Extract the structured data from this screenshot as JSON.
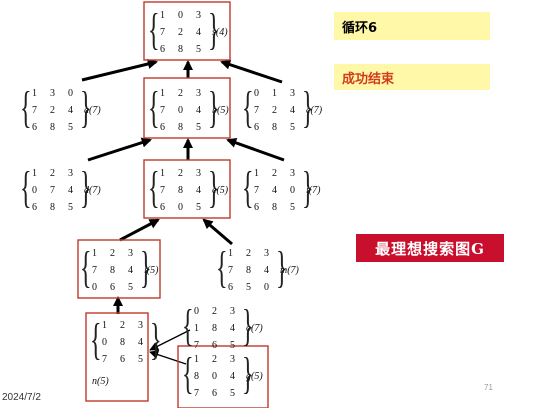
{
  "labels": {
    "cycle": "循环6",
    "success": "成功结束",
    "graph": "最理想搜索图G"
  },
  "footer": {
    "date": "2024/7/2",
    "page": "71"
  },
  "colors": {
    "box": "#c0392b",
    "tag_yellow": "#fff8a8",
    "success_text": "#d23b1f",
    "graph_bg": "#c8102e"
  },
  "nodes": {
    "s": {
      "rows": [
        [
          "1",
          "0",
          "3"
        ],
        [
          "7",
          "2",
          "4"
        ],
        [
          "6",
          "8",
          "5"
        ]
      ],
      "label": "s(4)"
    },
    "a": {
      "rows": [
        [
          "1",
          "3",
          "0"
        ],
        [
          "7",
          "2",
          "4"
        ],
        [
          "6",
          "8",
          "5"
        ]
      ],
      "label": "a(7)"
    },
    "b": {
      "rows": [
        [
          "1",
          "2",
          "3"
        ],
        [
          "7",
          "0",
          "4"
        ],
        [
          "6",
          "8",
          "5"
        ]
      ],
      "label": "b(5)"
    },
    "c": {
      "rows": [
        [
          "0",
          "1",
          "3"
        ],
        [
          "7",
          "2",
          "4"
        ],
        [
          "6",
          "8",
          "5"
        ]
      ],
      "label": "c(7)"
    },
    "d": {
      "rows": [
        [
          "1",
          "2",
          "3"
        ],
        [
          "0",
          "7",
          "4"
        ],
        [
          "6",
          "8",
          "5"
        ]
      ],
      "label": "d(7)"
    },
    "e": {
      "rows": [
        [
          "1",
          "2",
          "3"
        ],
        [
          "7",
          "8",
          "4"
        ],
        [
          "6",
          "0",
          "5"
        ]
      ],
      "label": "e(5)"
    },
    "i": {
      "rows": [
        [
          "1",
          "2",
          "3"
        ],
        [
          "7",
          "4",
          "0"
        ],
        [
          "6",
          "8",
          "5"
        ]
      ],
      "label": "i(7)"
    },
    "l": {
      "rows": [
        [
          "1",
          "2",
          "3"
        ],
        [
          "7",
          "8",
          "4"
        ],
        [
          "0",
          "6",
          "5"
        ]
      ],
      "label": "l(5)"
    },
    "m": {
      "rows": [
        [
          "1",
          "2",
          "3"
        ],
        [
          "7",
          "8",
          "4"
        ],
        [
          "6",
          "5",
          "0"
        ]
      ],
      "label": "m(7)"
    },
    "n": {
      "rows": [
        [
          "1",
          "2",
          "3"
        ],
        [
          "0",
          "8",
          "4"
        ],
        [
          "7",
          "6",
          "5"
        ]
      ],
      "label": "n(5)"
    },
    "o": {
      "rows": [
        [
          "0",
          "2",
          "3"
        ],
        [
          "1",
          "8",
          "4"
        ],
        [
          "7",
          "6",
          "5"
        ]
      ],
      "label": "o(7)"
    },
    "g": {
      "rows": [
        [
          "1",
          "2",
          "3"
        ],
        [
          "8",
          "0",
          "4"
        ],
        [
          "7",
          "6",
          "5"
        ]
      ],
      "label": "g(5)"
    }
  }
}
